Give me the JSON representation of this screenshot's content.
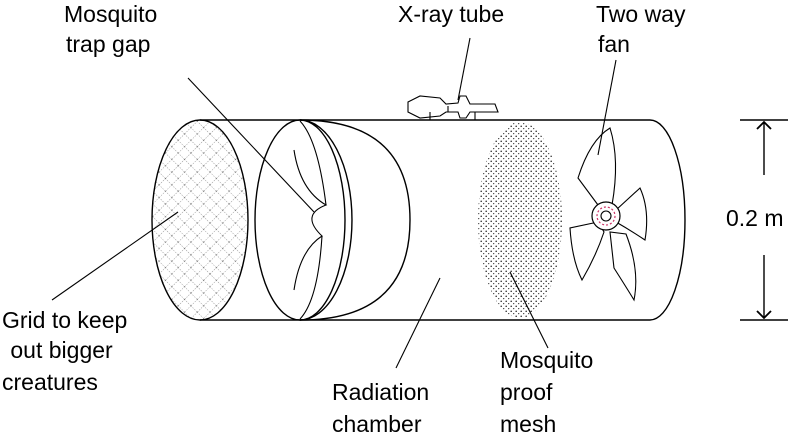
{
  "labels": {
    "mosquito_trap_gap": [
      "Mosquito",
      "trap gap"
    ],
    "xray_tube": [
      "X-ray tube"
    ],
    "two_way_fan": [
      "Two way",
      "fan"
    ],
    "dimension": [
      "0.2 m"
    ],
    "grid": [
      "Grid to keep",
      " out bigger",
      "creatures"
    ],
    "radiation_chamber": [
      "Radiation",
      "chamber"
    ],
    "mosquito_proof_mesh": [
      "Mosquito",
      "proof",
      "mesh"
    ]
  },
  "colors": {
    "line": "#000000",
    "background": "#ffffff",
    "fan_hub_accent": "#cc3366"
  }
}
